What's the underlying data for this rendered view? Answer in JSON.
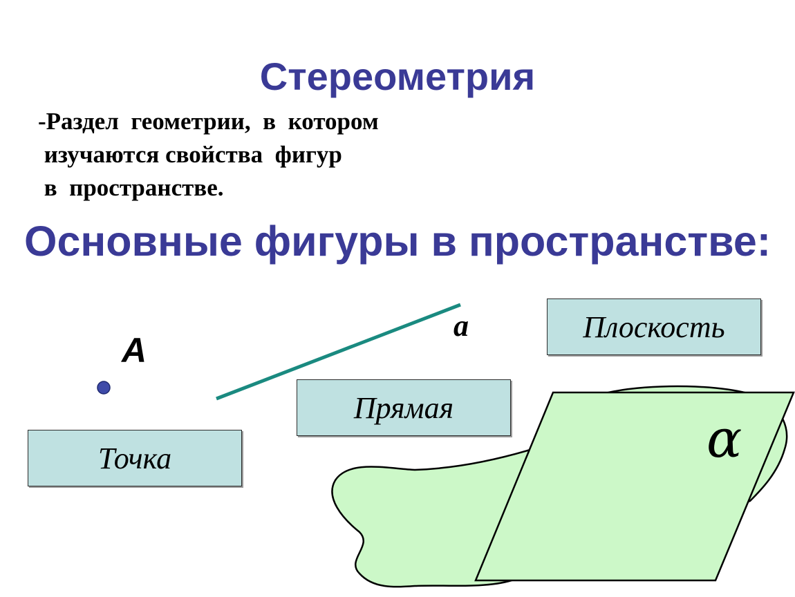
{
  "title": "Стереометрия",
  "definition": {
    "lines": [
      "-Раздел  геометрии,  в  котором",
      " изучаются свойства  фигур",
      " в  пространстве."
    ]
  },
  "subtitle": "Основные фигуры в пространстве:",
  "figures": {
    "point": {
      "label": "Точка",
      "letter": "A"
    },
    "line": {
      "label": "Прямая",
      "letter": "a"
    },
    "plane": {
      "label": "Плоскость",
      "letter": "α"
    }
  },
  "colors": {
    "heading": "#3a3a96",
    "label_box_fill": "#bfe1e1",
    "line_stroke": "#1a8a80",
    "point_fill": "#3e4aa8",
    "plane_fill": "#ccf8c8"
  }
}
